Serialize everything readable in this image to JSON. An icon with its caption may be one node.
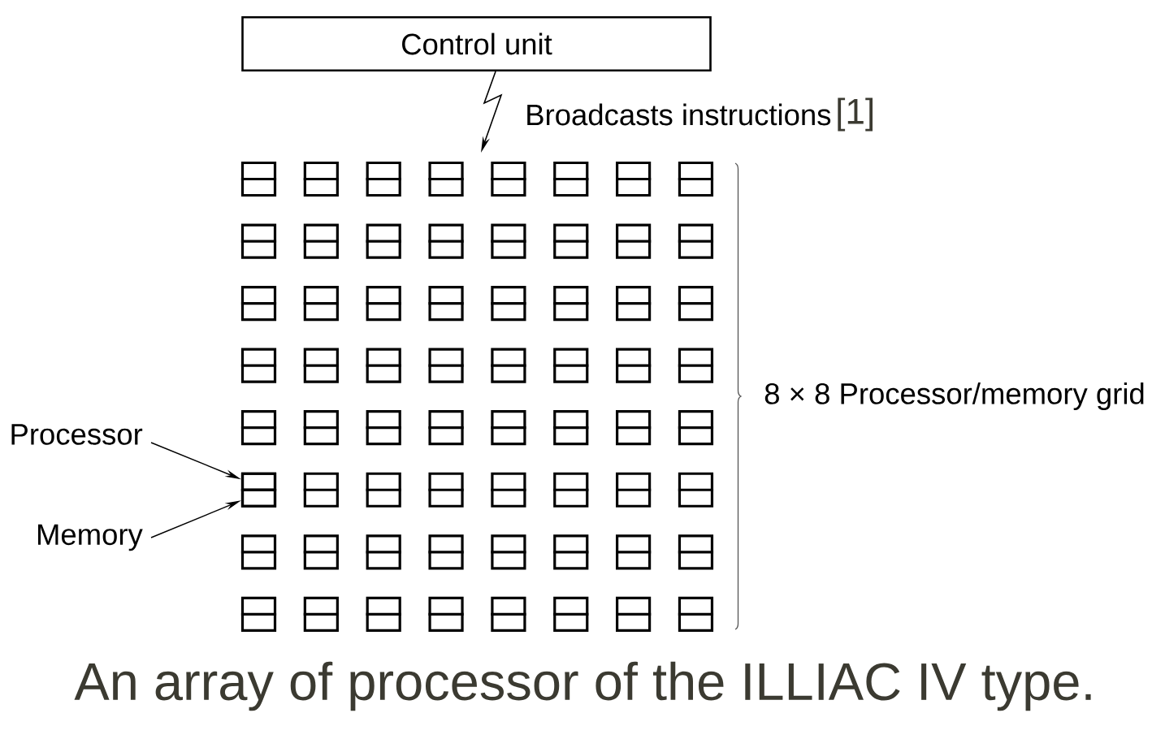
{
  "diagram": {
    "caption": "An array of processor of the ILLIAC IV type.",
    "nodes": [
      {
        "text": [
          "Control unit"
        ]
      },
      {
        "text": [],
        "shape": "box"
      },
      {
        "text": [],
        "shape": "box"
      },
      {
        "text": [],
        "shape": "box"
      },
      {
        "text": [],
        "shape": "box"
      },
      {
        "text": [],
        "shape": "box"
      },
      {
        "text": [],
        "shape": "box"
      },
      {
        "text": [],
        "shape": "box"
      },
      {
        "text": [],
        "shape": "box"
      },
      {
        "text": [],
        "shape": "box"
      },
      {
        "text": [],
        "shape": "box"
      },
      {
        "text": [],
        "shape": "box"
      },
      {
        "text": [],
        "shape": "box"
      },
      {
        "text": [],
        "shape": "box"
      },
      {
        "text": [],
        "shape": "box"
      },
      {
        "text": [],
        "shape": "box"
      },
      {
        "text": [],
        "shape": "box"
      },
      {
        "text": [],
        "shape": "box"
      },
      {
        "text": [],
        "shape": "box"
      },
      {
        "text": [],
        "shape": "box"
      },
      {
        "text": [],
        "shape": "box"
      },
      {
        "text": [],
        "shape": "box"
      },
      {
        "text": [],
        "shape": "box"
      },
      {
        "text": [],
        "shape": "box"
      },
      {
        "text": [],
        "shape": "box"
      },
      {
        "text": [],
        "shape": "box"
      },
      {
        "text": [],
        "shape": "box"
      },
      {
        "text": [],
        "shape": "box"
      },
      {
        "text": [],
        "shape": "box"
      },
      {
        "text": [],
        "shape": "box"
      },
      {
        "text": [],
        "shape": "box"
      },
      {
        "text": [],
        "shape": "box"
      },
      {
        "text": [],
        "shape": "box"
      },
      {
        "text": [],
        "shape": "box"
      },
      {
        "text": [],
        "shape": "box"
      },
      {
        "text": [],
        "shape": "box"
      },
      {
        "text": [],
        "shape": "box"
      },
      {
        "text": [],
        "shape": "box"
      },
      {
        "text": [],
        "shape": "box"
      },
      {
        "text": [],
        "shape": "box"
      },
      {
        "text": [],
        "shape": "box"
      },
      {
        "text": [],
        "shape": "box"
      },
      {
        "text": [],
        "shape": "box"
      },
      {
        "text": [],
        "shape": "box"
      },
      {
        "text": [],
        "shape": "box"
      },
      {
        "text": [],
        "shape": "box"
      },
      {
        "text": [],
        "shape": "box"
      },
      {
        "text": [],
        "shape": "box"
      },
      {
        "text": [],
        "shape": "box"
      },
      {
        "text": [],
        "shape": "box"
      },
      {
        "text": [],
        "shape": "box"
      },
      {
        "text": [],
        "shape": "box"
      },
      {
        "text": [],
        "shape": "box"
      },
      {
        "text": [],
        "shape": "box"
      },
      {
        "text": [],
        "shape": "box"
      },
      {
        "text": [],
        "shape": "box"
      },
      {
        "text": [],
        "shape": "box"
      },
      {
        "text": [],
        "shape": "box"
      },
      {
        "text": [],
        "shape": "box"
      },
      {
        "text": [],
        "shape": "box"
      },
      {
        "text": [],
        "shape": "box"
      },
      {
        "text": [],
        "shape": "box"
      },
      {
        "text": [],
        "shape": "box"
      },
      {
        "text": [],
        "shape": "box"
      },
      {
        "text": [],
        "shape": "box"
      },
      {
        "text": [],
        "shape": "box",
        "in": 41
      },
      {
        "text": [],
        "shape": "box",
        "in": 41
      },
      {
        "text": [
          "Processor"
        ]
      },
      {
        "text": [
          "Memory"
        ]
      }
    ],
    "edges": [
      {
        "from": 0,
        "to": null,
        "arrow": "to",
        "label": "Broadcasts instructions"
      },
      {
        "from": 67,
        "to": 65,
        "arrow": "to"
      },
      {
        "from": 68,
        "to": 66,
        "arrow": "to"
      }
    ],
    "labels": [
      "[1]",
      "8 × 8 Processor/memory grid"
    ]
  }
}
